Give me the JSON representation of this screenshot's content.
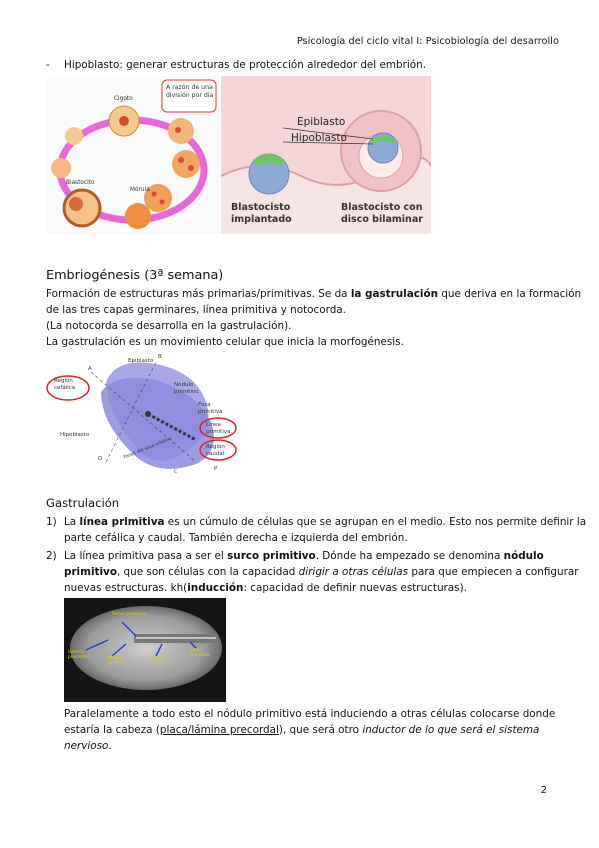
{
  "header": {
    "title": "Psicología del ciclo vital I: Psicobiología del desarrollo"
  },
  "page_number": "2",
  "intro": {
    "bullet": "-",
    "text": "Hipoblasto: generar estructuras de protección alrededor del embrión."
  },
  "figure1": {
    "left": {
      "note": [
        "A razón de una",
        "división por día"
      ],
      "cigoto": "Cigoto",
      "blastocito": "Blastocito",
      "morula": "Mórula"
    },
    "right": {
      "epiblasto": "Epiblasto",
      "hipoblasto": "Hipoblasto",
      "caption_left": [
        "Blastocisto",
        "implantado"
      ],
      "caption_right": [
        "Blastocisto con",
        "disco bilaminar"
      ]
    }
  },
  "section1": {
    "title": "Embriogénesis (3ª semana)",
    "p1a": "Formación de estructuras más primarias/primitivas. Se da ",
    "p1b": "la gastrulación",
    "p1c": " que deriva en la formación",
    "p2": "de las tres capas germinares, línea primitiva y notocorda.",
    "p3": "(La notocorda se desarrolla en la gastrulación).",
    "p4": "La gastrulación es un movimiento celular que inicia la morfogénesis."
  },
  "figure2": {
    "region_cefalica": [
      "Región",
      "cefálica"
    ],
    "epiblasto": "Epiblasto",
    "nodulo": [
      "Nódulo",
      "primitivo"
    ],
    "fosa": [
      "Fosa",
      "primitiva"
    ],
    "linea": [
      "Línea",
      "primitiva"
    ],
    "region_caudal": [
      "Región",
      "caudal"
    ],
    "hipoblasto": "Hipoblasto",
    "saco": "Pared del saco vitelino",
    "a": "A",
    "b": "B",
    "d": "D",
    "p": "P",
    "c": "C"
  },
  "section2": {
    "title": "Gastrulación",
    "item1": {
      "num": "1)",
      "a": "La ",
      "b": "línea primitiva",
      "c": " es un cúmulo de células que se agrupan en el medio. Esto nos permite definir la",
      "d": "parte cefálica y caudal. También derecha e izquierda del embrión."
    },
    "item2": {
      "num": "2)",
      "a": "La línea primitiva pasa a ser el ",
      "b": "surco primitivo",
      "c": ". Dónde ha empezado se denomina ",
      "d": "nódulo",
      "e": "primitivo",
      "f": ", que son células con la capacidad ",
      "g": "dirigir a otras células",
      "h": " para que empiecen a configurar",
      "i": "nuevas estructuras. kh(",
      "j": "inducción",
      "k": ": capacidad de definir nuevas estructuras)."
    }
  },
  "figure3": {
    "surco": "Surco primitivo",
    "lamina": [
      "lámina",
      "precordal"
    ],
    "nodulo": [
      "Nódulo",
      "primitivo"
    ],
    "fosita": [
      "Fosita",
      "primitiva"
    ],
    "linea": [
      "Línea",
      "primitiva"
    ]
  },
  "final": {
    "l1": "Paralelamente a todo esto el nódulo primitivo está induciendo a otras células colocarse donde",
    "l2a": "estaría la cabeza (",
    "l2b": "placa/lámina precordal",
    "l2c": "), que será otro ",
    "l2d": "inductor de lo que será el sistema",
    "l3": "nervioso",
    "l3b": "."
  }
}
